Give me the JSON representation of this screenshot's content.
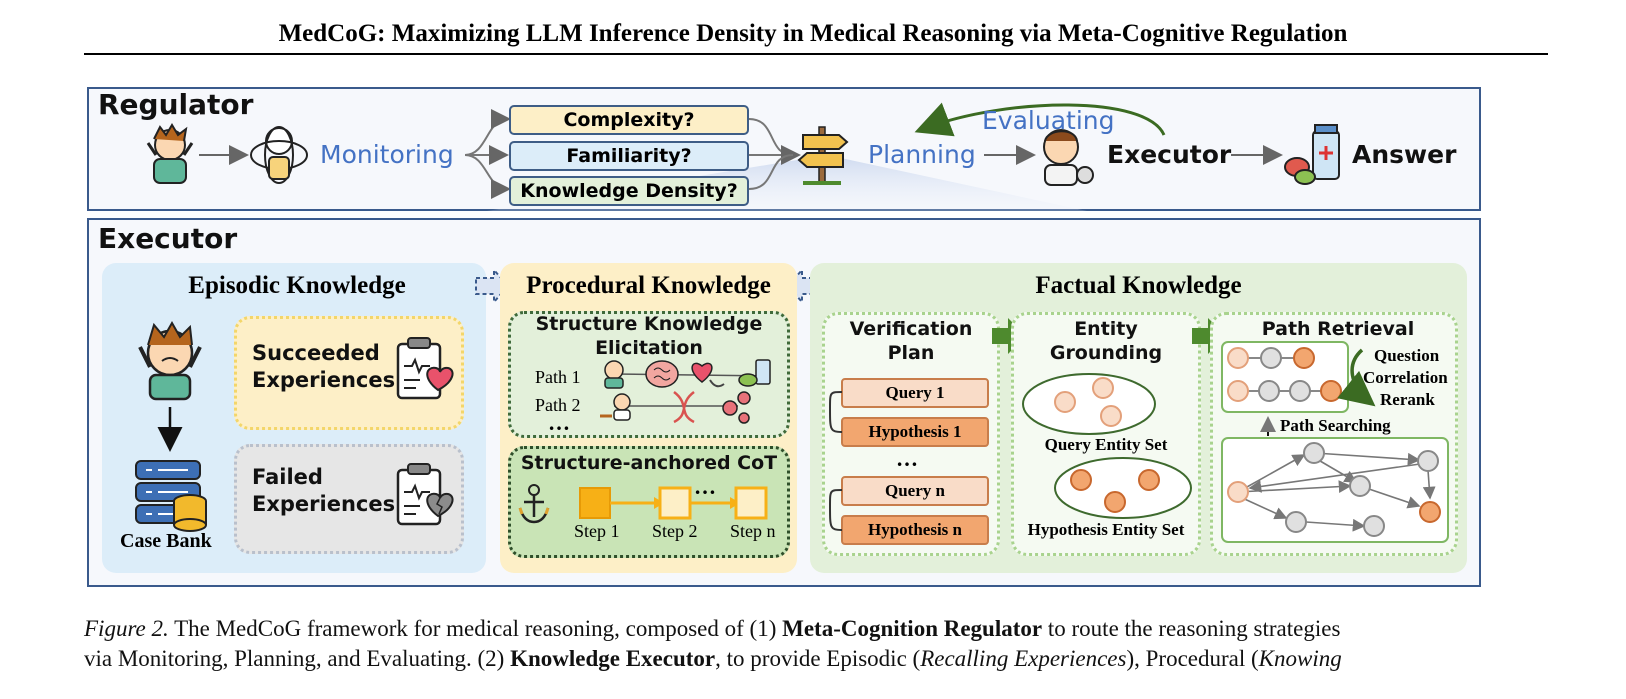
{
  "paper_title": "MedCoG: Maximizing LLM Inference Density in Medical Reasoning via Meta-Cognitive Regulation",
  "regulator": {
    "label": "Regulator",
    "monitoring": "Monitoring",
    "questions": [
      "Complexity?",
      "Familiarity?",
      "Knowledge Density?"
    ],
    "planning": "Planning",
    "evaluating": "Evaluating",
    "executor": "Executor",
    "answer": "Answer"
  },
  "executor": {
    "label": "Executor",
    "episodic": {
      "title": "Episodic Knowledge",
      "succeeded": [
        "Succeeded",
        "Experiences"
      ],
      "failed": [
        "Failed",
        "Experiences"
      ],
      "case_bank": "Case Bank"
    },
    "procedural": {
      "title": "Procedural Knowledge",
      "ske_title": [
        "Structure Knowledge",
        "Elicitation"
      ],
      "path1": "Path 1",
      "path2": "Path 2",
      "ellipsis": "…",
      "cot_title": "Structure-anchored CoT",
      "steps": [
        "Step 1",
        "Step 2",
        "Step n"
      ],
      "step_ellipsis": "…"
    },
    "factual": {
      "title": "Factual Knowledge",
      "verification": [
        "Verification",
        "Plan"
      ],
      "query1": "Query 1",
      "hyp1": "Hypothesis 1",
      "vellipsis": "…",
      "queryn": "Query n",
      "hypn": "Hypothesis n",
      "grounding": [
        "Entity",
        "Grounding"
      ],
      "query_set": "Query Entity Set",
      "hyp_set": "Hypothesis Entity Set",
      "path_retrieval": "Path Retrieval",
      "rerank": [
        "Question",
        "Correlation",
        "Rerank"
      ],
      "path_searching": "Path Searching"
    }
  },
  "caption": {
    "fig": "Figure 2.",
    "t1": " The MedCoG framework for medical reasoning, composed of (1) ",
    "b1": "Meta-Cognition Regulator",
    "t2": " to route the reasoning strategies",
    "t3": "via Monitoring, Planning, and Evaluating. (2) ",
    "b2": "Knowledge Executor",
    "t4": ", to provide Episodic (",
    "i1": "Recalling Experiences",
    "t5": "), Procedural (",
    "i2": "Knowing"
  },
  "colors": {
    "panel_border": "#3a5a8c",
    "blue_text": "#4472c4",
    "episodic_bg": "#dcedf9",
    "procedural_bg": "#fdefc7",
    "factual_bg": "#e3f0da",
    "green_arrow": "#4e8a2e",
    "orange_node": "#f2b48c",
    "gray_node": "#e0e0e0"
  }
}
